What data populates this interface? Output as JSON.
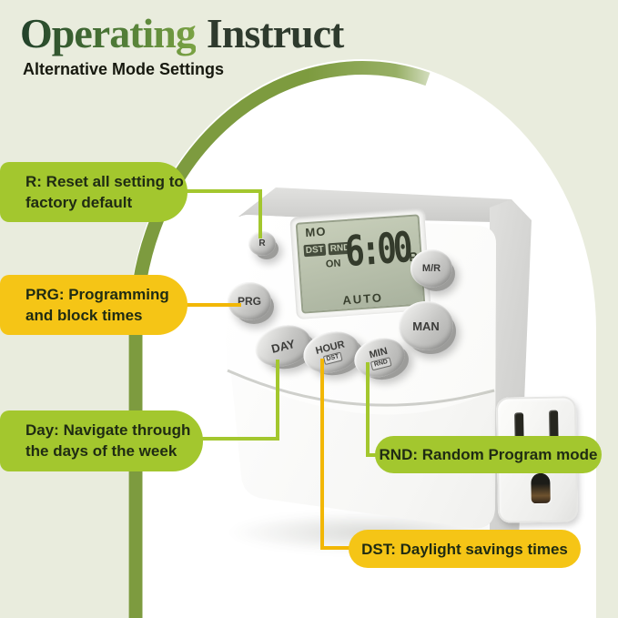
{
  "header": {
    "title_part1": "Operating",
    "title_part2": "Instruct",
    "subtitle": "Alternative Mode Settings"
  },
  "callouts": [
    {
      "name": "reset",
      "line1": "R: Reset all setting to",
      "line2": "factory default"
    },
    {
      "name": "program",
      "line1": "PRG: Programming",
      "line2": "and block times"
    },
    {
      "name": "day",
      "line1": "Day: Navigate through",
      "line2": "the days of the week"
    },
    {
      "name": "random",
      "text": "RND: Random Program mode"
    },
    {
      "name": "daylight",
      "text": "DST: Daylight savings times"
    }
  ],
  "device": {
    "display": {
      "weekday": "MO",
      "badge_dst": "DST",
      "badge_rnd": "RND",
      "on_label": "ON",
      "time": "6:00",
      "meridiem": "P",
      "mode": "AUTO"
    },
    "buttons": {
      "reset": "R",
      "program": "PRG",
      "mode_review": "M/R",
      "manual": "MAN",
      "day": "DAY",
      "hour": "HOUR",
      "hour_sub": "DST",
      "minute": "MIN",
      "minute_sub": "RND"
    }
  },
  "colors": {
    "sage": "#e9ecdd",
    "lime": "#a3c72e",
    "olive": "#7d9b3f",
    "yellow": "#f5c516",
    "line-yellow": "#f2b705",
    "ink": "#1f2b13",
    "title2": "#2e3a2d"
  }
}
